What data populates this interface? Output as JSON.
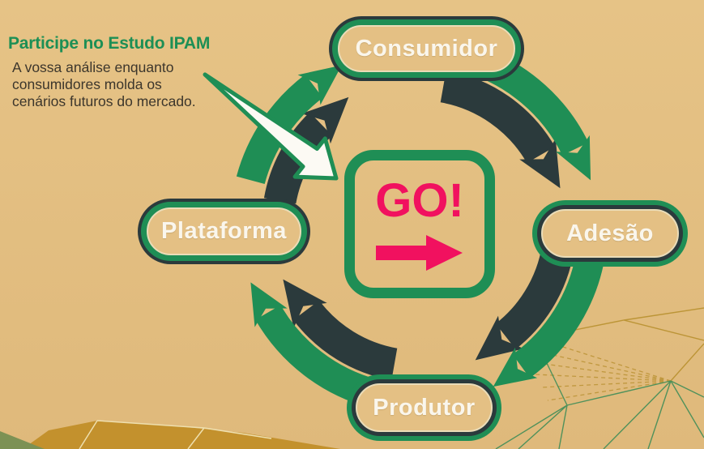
{
  "header": {
    "title": "Participe no Estudo IPAM",
    "subtitle_lines": [
      "A vossa análise enquanto",
      "consumidores molda os",
      "cenários futuros do mercado."
    ]
  },
  "cycle": {
    "type": "cycle-diagram",
    "direction": "clockwise",
    "nodes": [
      {
        "label": "Consumidor",
        "position": "top"
      },
      {
        "label": "Adesão",
        "position": "right"
      },
      {
        "label": "Produtor",
        "position": "bottom"
      },
      {
        "label": "Plataforma",
        "position": "left"
      }
    ]
  },
  "center_button": {
    "label": "GO!",
    "icon": "right-arrow-icon"
  },
  "icons": {
    "callout_arrow": "white-arrow-pointing-to-center",
    "cycle_arrows": "clockwise-curved-double-arrows",
    "corner_art": "low-poly-network-decoration"
  },
  "colors": {
    "bg": "#e6c386",
    "bg2": "#dfb97b",
    "green": "#1f8e55",
    "dark": "#2b3a3c",
    "pink": "#f1115f",
    "cream": "#eadcb8",
    "title": "#1d8f55",
    "text_body": "#3c362c",
    "pill_text": "#faf6ec",
    "pill_fill": "#e4c084",
    "white": "#fcfaf4",
    "gold": "#b8902f",
    "hill": "#c3912d",
    "hill_line": "#eedfae",
    "olive": "#7c9154",
    "mesh_green": "#3f8d58"
  }
}
